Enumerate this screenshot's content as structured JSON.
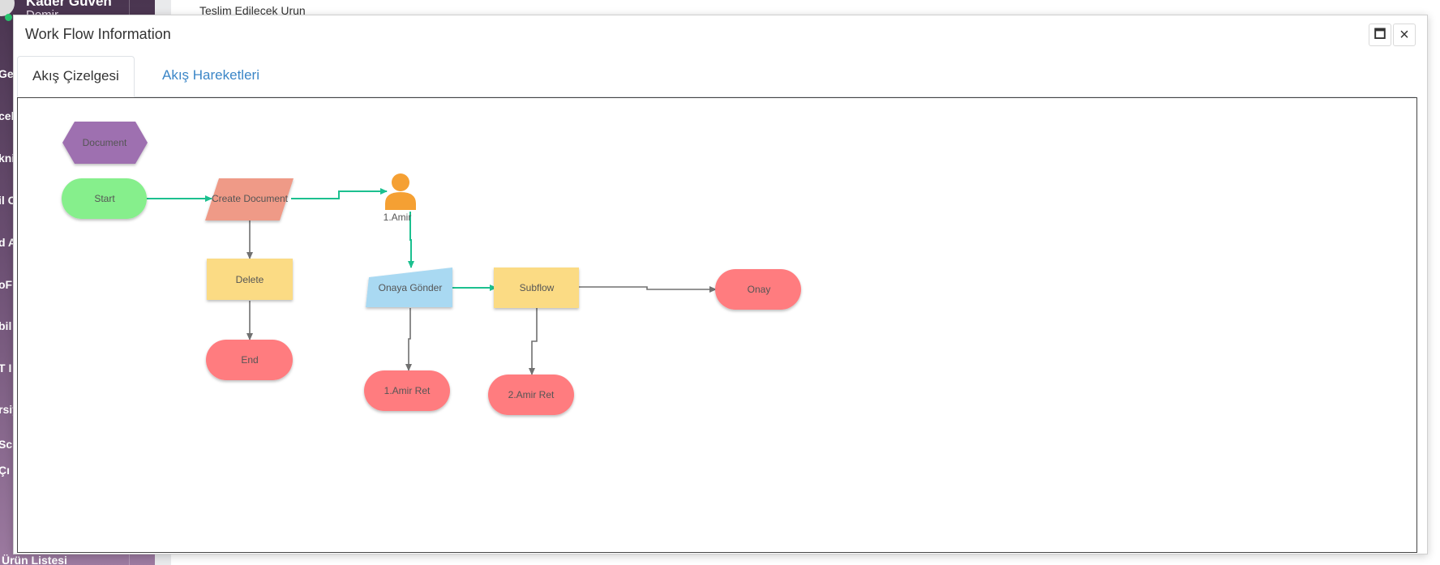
{
  "background": {
    "user_name": "Kader Güven",
    "user_sub": "Demir",
    "page_heading": "Teslim Edilecek Urun",
    "sidebar_items": [
      "Ge",
      "cel",
      "kni",
      "il C",
      "d A",
      "oFl",
      "bil",
      "T I",
      "rsiy",
      "Sc",
      "Çı"
    ],
    "sidebar_bottom": "Ürün Listesi"
  },
  "modal": {
    "title": "Work Flow Information",
    "maximize_icon": "maximize-icon",
    "close_icon": "close-icon",
    "tabs": [
      {
        "label": "Akış Çizelgesi",
        "active": true
      },
      {
        "label": "Akış Hareketleri",
        "active": false
      }
    ]
  },
  "flowchart": {
    "nodes": {
      "document": "Document",
      "start": "Start",
      "create_document": "Create Document",
      "amir1": "1.Amir",
      "delete": "Delete",
      "end": "End",
      "onaya_gonder": "Onaya Gönder",
      "subflow": "Subflow",
      "onay": "Onay",
      "amir1_ret": "1.Amir Ret",
      "amir2_ret": "2.Amir Ret"
    },
    "colors": {
      "hexagon": "#9e6fb0",
      "start": "#86ef8c",
      "parallelogram": "#ef9a87",
      "person": "#f5a033",
      "process": "#fbdb84",
      "terminal": "#ff7b7f",
      "manual": "#a9d9f2",
      "green_link": "#1cc08f",
      "gray_link": "#707070"
    }
  }
}
